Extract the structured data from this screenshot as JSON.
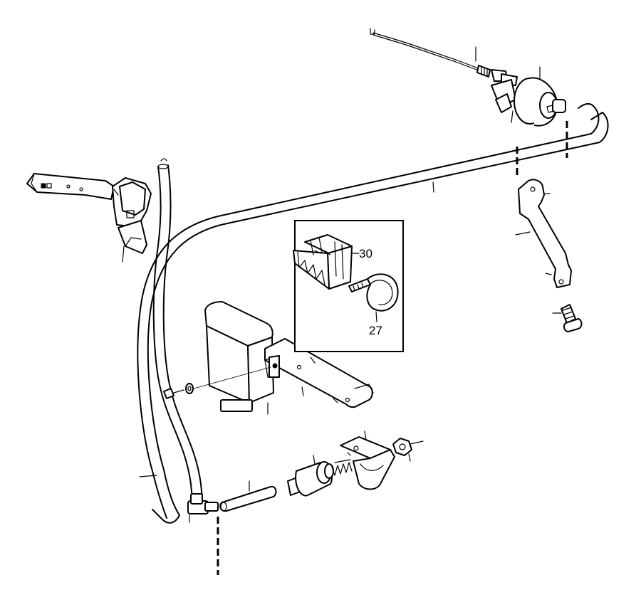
{
  "callouts": [
    {
      "id": "clip-holder",
      "label": "30"
    },
    {
      "id": "cable-tie",
      "label": "27"
    }
  ],
  "colors": {
    "ink": "#000000",
    "paper": "#ffffff"
  }
}
